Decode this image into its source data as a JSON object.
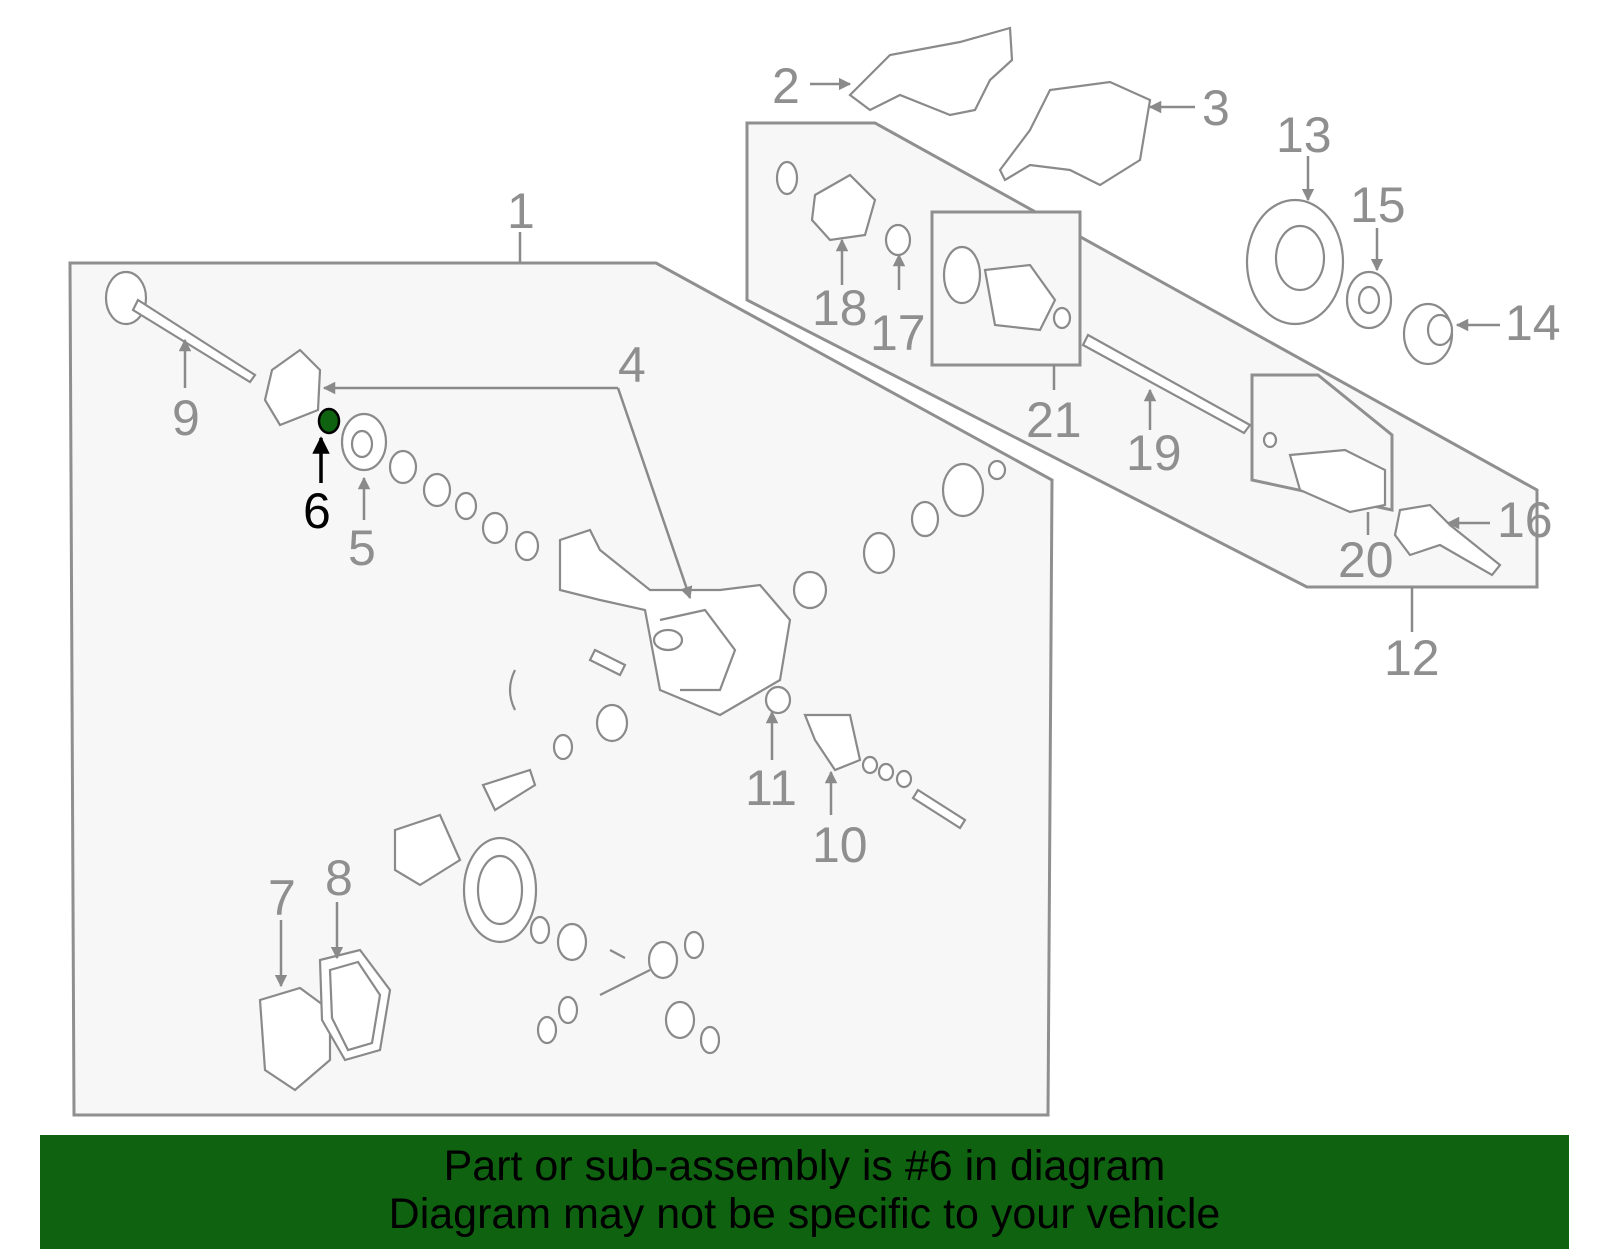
{
  "diagram": {
    "highlighted_part": "6",
    "highlight_color": "#0f6210",
    "callouts": [
      "1",
      "2",
      "3",
      "4",
      "5",
      "6",
      "7",
      "8",
      "9",
      "10",
      "11",
      "12",
      "13",
      "14",
      "15",
      "16",
      "17",
      "18",
      "19",
      "20",
      "21"
    ]
  },
  "banner": {
    "line1": "Part or sub-assembly is #6 in diagram",
    "line2": "Diagram may not be specific to your vehicle",
    "background": "#0f6210"
  }
}
